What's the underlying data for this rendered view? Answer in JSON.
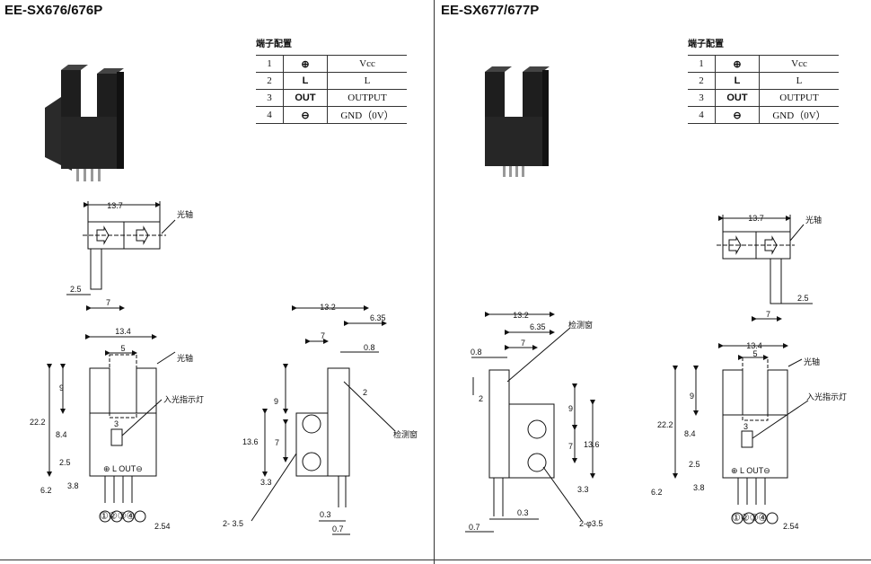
{
  "left": {
    "title": "EE-SX676/676P",
    "table_heading": "端子配置",
    "pins": [
      {
        "no": "1",
        "sym": "⊕",
        "name": "Vcc"
      },
      {
        "no": "2",
        "sym": "L",
        "name": "L"
      },
      {
        "no": "3",
        "sym": "OUT",
        "name": "OUTPUT"
      },
      {
        "no": "4",
        "sym": "⊖",
        "name": "GND（0V）"
      }
    ],
    "labels": {
      "d13_7": "13.7",
      "optical_axis": "光轴",
      "d2_5": "2.5",
      "d7": "7",
      "d13_4": "13.4",
      "d5": "5",
      "optical_axis2": "光轴",
      "led": "入光指示灯",
      "d9": "9",
      "d22_2": "22.2",
      "d3": "3",
      "d8_4": "8.4",
      "d2_5b": "2.5",
      "d3_8": "3.8",
      "d6_2": "6.2",
      "pin_nums": "①②③④",
      "d2_54": "2.54",
      "louto": "⊕ L OUT⊖",
      "d13_2": "13.2",
      "d6_35": "6.35",
      "d7b": "7",
      "d0_8": "0.8",
      "d9b": "9",
      "d2": "2",
      "d13_6": "13.6",
      "d7c": "7",
      "d3_3": "3.3",
      "window": "检测窗",
      "d2_3_5": "2- 3.5",
      "d0_3": "0.3",
      "d0_7": "0.7"
    }
  },
  "right": {
    "title": "EE-SX677/677P",
    "table_heading": "端子配置",
    "pins": [
      {
        "no": "1",
        "sym": "⊕",
        "name": "Vcc"
      },
      {
        "no": "2",
        "sym": "L",
        "name": "L"
      },
      {
        "no": "3",
        "sym": "OUT",
        "name": "OUTPUT"
      },
      {
        "no": "4",
        "sym": "⊖",
        "name": "GND（0V）"
      }
    ],
    "labels": {
      "d13_7": "13.7",
      "optical_axis": "光轴",
      "d2_5": "2.5",
      "d7": "7",
      "d13_4": "13.4",
      "d5": "5",
      "optical_axis2": "光轴",
      "led": "入光指示灯",
      "d9": "9",
      "d22_2": "22.2",
      "d3": "3",
      "d8_4": "8.4",
      "d2_5b": "2.5",
      "d3_8": "3.8",
      "d6_2": "6.2",
      "pin_nums": "①②③④",
      "d2_54": "2.54",
      "louto": "⊕ L OUT⊖",
      "d13_2": "13.2",
      "d6_35": "6.35",
      "d7b": "7",
      "d0_8": "0.8",
      "d2": "2",
      "d9b": "9",
      "d7c": "7",
      "d13_6": "13.6",
      "d3_3": "3.3",
      "window": "检测窗",
      "d2_phi3_5": "2-φ3.5",
      "d0_3": "0.3",
      "d0_7": "0.7"
    }
  }
}
